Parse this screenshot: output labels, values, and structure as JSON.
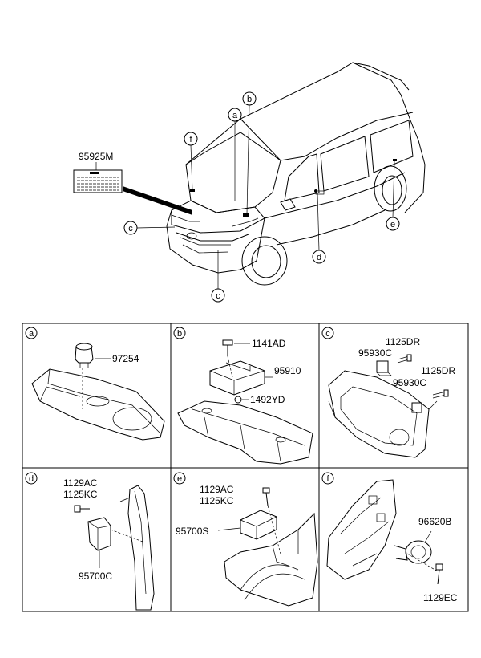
{
  "main_view": {
    "label_plate_part": "95925M",
    "callouts": [
      "a",
      "b",
      "f",
      "c",
      "c",
      "d",
      "e"
    ]
  },
  "panels": [
    {
      "letter": "a",
      "parts": [
        "97254"
      ]
    },
    {
      "letter": "b",
      "parts": [
        "1141AD",
        "95910",
        "1492YD"
      ]
    },
    {
      "letter": "c",
      "parts": [
        "1125DR",
        "95930C",
        "1125DR",
        "95930C"
      ]
    },
    {
      "letter": "d",
      "parts": [
        "1129AC",
        "1125KC",
        "95700C"
      ]
    },
    {
      "letter": "e",
      "parts": [
        "1129AC",
        "1125KC",
        "95700S"
      ]
    },
    {
      "letter": "f",
      "parts": [
        "96620B",
        "1129EC"
      ]
    }
  ]
}
